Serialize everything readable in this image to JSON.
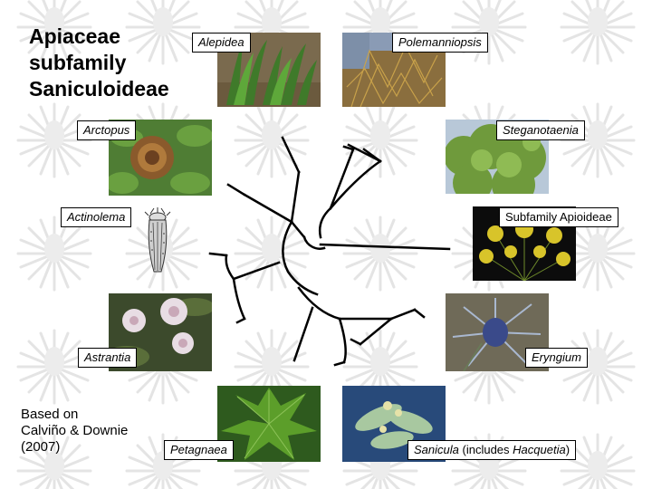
{
  "title": {
    "line1": "Apiaceae",
    "line2": "subfamily",
    "line3": "Saniculoideae"
  },
  "credit": {
    "line1": "Based on",
    "line2": "Calviño & Downie",
    "line3": "(2007)"
  },
  "taxa": {
    "alepidea": "Alepidea",
    "polemanniopsis": "Polemanniopsis",
    "arctopus": "Arctopus",
    "steganotaenia": "Steganotaenia",
    "actinolema": "Actinolema",
    "apioideae": "Subfamily Apioideae",
    "astrantia": "Astrantia",
    "eryngium": "Eryngium",
    "petagnaea": "Petagnaea",
    "sanicula_genus": "Sanicula",
    "sanicula_includes": "(includes",
    "sanicula_hacquetia": "Hacquetia",
    "sanicula_close": ")"
  },
  "colors": {
    "background": "#ffffff",
    "watermark": "#e6e6e6",
    "tree": "#000000",
    "label_border": "#000000"
  },
  "icons": {
    "background": "eryngium-flower-watermark"
  }
}
